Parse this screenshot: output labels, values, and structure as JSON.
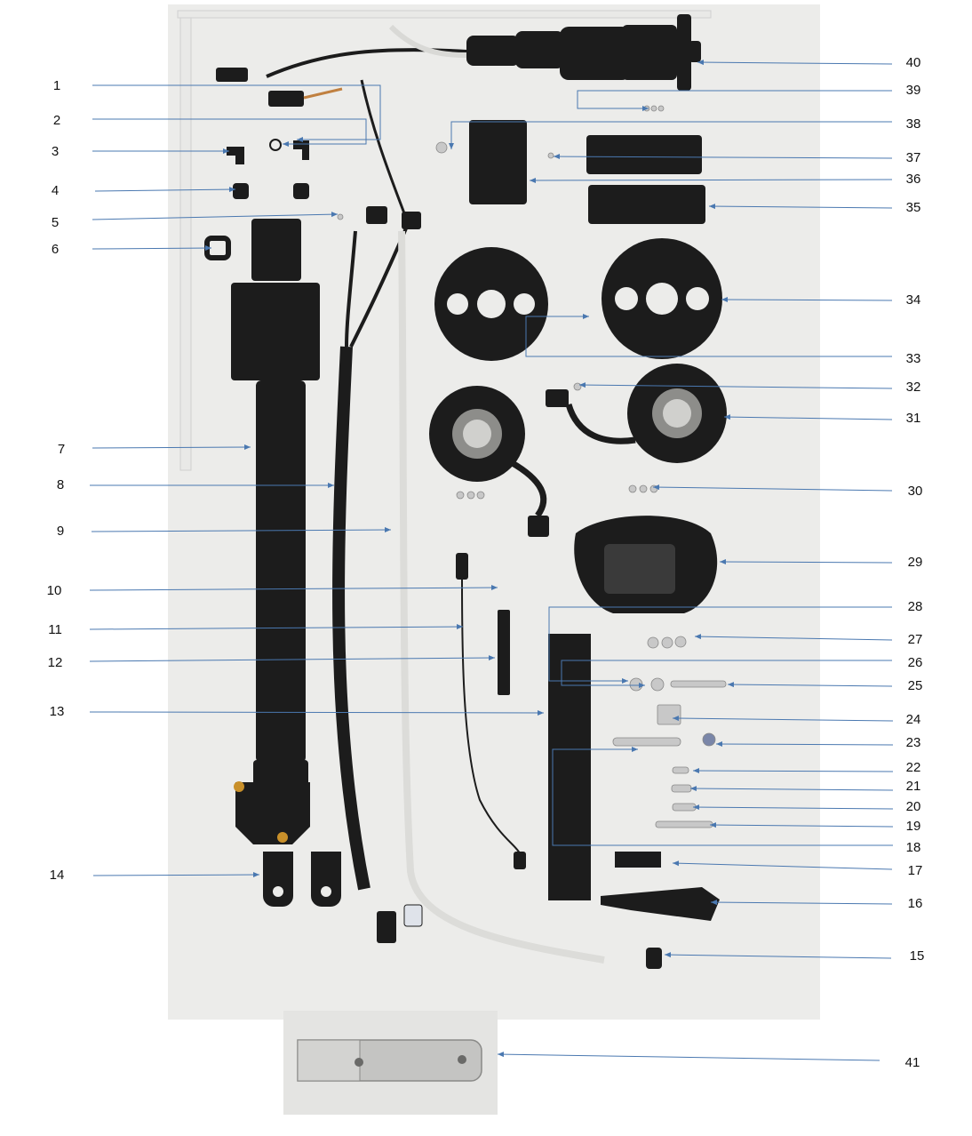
{
  "callouts": [
    {
      "num": "1",
      "side": "left"
    },
    {
      "num": "2",
      "side": "left"
    },
    {
      "num": "3",
      "side": "left"
    },
    {
      "num": "4",
      "side": "left"
    },
    {
      "num": "5",
      "side": "left"
    },
    {
      "num": "6",
      "side": "left"
    },
    {
      "num": "7",
      "side": "left"
    },
    {
      "num": "8",
      "side": "left"
    },
    {
      "num": "9",
      "side": "left"
    },
    {
      "num": "10",
      "side": "left"
    },
    {
      "num": "11",
      "side": "left"
    },
    {
      "num": "12",
      "side": "left"
    },
    {
      "num": "13",
      "side": "left"
    },
    {
      "num": "14",
      "side": "left"
    },
    {
      "num": "15",
      "side": "right"
    },
    {
      "num": "16",
      "side": "right"
    },
    {
      "num": "17",
      "side": "right"
    },
    {
      "num": "18",
      "side": "right"
    },
    {
      "num": "19",
      "side": "right"
    },
    {
      "num": "20",
      "side": "right"
    },
    {
      "num": "21",
      "side": "right"
    },
    {
      "num": "22",
      "side": "right"
    },
    {
      "num": "23",
      "side": "right"
    },
    {
      "num": "24",
      "side": "right"
    },
    {
      "num": "25",
      "side": "right"
    },
    {
      "num": "26",
      "side": "right"
    },
    {
      "num": "27",
      "side": "right"
    },
    {
      "num": "28",
      "side": "right"
    },
    {
      "num": "29",
      "side": "right"
    },
    {
      "num": "30",
      "side": "right"
    },
    {
      "num": "31",
      "side": "right"
    },
    {
      "num": "32",
      "side": "right"
    },
    {
      "num": "33",
      "side": "right"
    },
    {
      "num": "34",
      "side": "right"
    },
    {
      "num": "35",
      "side": "right"
    },
    {
      "num": "36",
      "side": "right"
    },
    {
      "num": "37",
      "side": "right"
    },
    {
      "num": "38",
      "side": "right"
    },
    {
      "num": "39",
      "side": "right"
    },
    {
      "num": "40",
      "side": "right"
    },
    {
      "num": "41",
      "side": "right"
    }
  ],
  "colors": {
    "board": "#ececea",
    "leader": "#4a78b0",
    "part": "#1c1c1c",
    "metal": "#c8c8c8",
    "ruler": "#bdbdbd"
  }
}
